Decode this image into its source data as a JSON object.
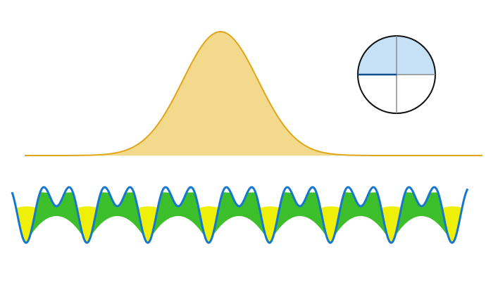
{
  "colors": {
    "gaussian_fill": "#f3d98c",
    "gaussian_stroke": "#e0a619",
    "wave_stroke": "#1577d0",
    "deep_well_fill": "#eef00a",
    "shallow_well_fill": "#3cbf2a",
    "circle_fill_top": "#c6e1f6",
    "circle_stroke": "#111111",
    "radius_highlight": "#0d4f8a",
    "radius_gray": "#8a8a8a"
  },
  "wave": {
    "deep_wells": 8,
    "shallow_wells": 7
  },
  "circle": {
    "shaded_fraction": 0.5
  }
}
